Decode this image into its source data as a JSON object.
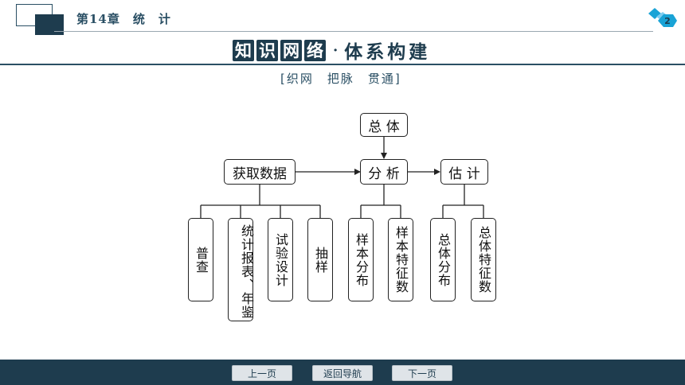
{
  "header": {
    "chapter": "第14章　统　计",
    "page_number": "2"
  },
  "title": {
    "chars": [
      "知",
      "识",
      "网",
      "络"
    ],
    "dot": "·",
    "right": "体系构建",
    "subtitle": "[织网　把脉　贯通]"
  },
  "diagram": {
    "total": "总 体",
    "acquire": "获取数据",
    "analyze": "分 析",
    "estimate": "估 计",
    "census": "普查",
    "reports": "统计报表、年鉴",
    "experiment": "试验设计",
    "sampling": "抽样",
    "sample_dist": "样本分布",
    "sample_features": "样本特征数",
    "pop_dist": "总体分布",
    "pop_features": "总体特征数"
  },
  "footer": {
    "prev": "上一页",
    "home": "返回导航",
    "next": "下一页"
  },
  "colors": {
    "brand_dark": "#1e3c4e",
    "accent_cyan": "#19a3d6"
  }
}
